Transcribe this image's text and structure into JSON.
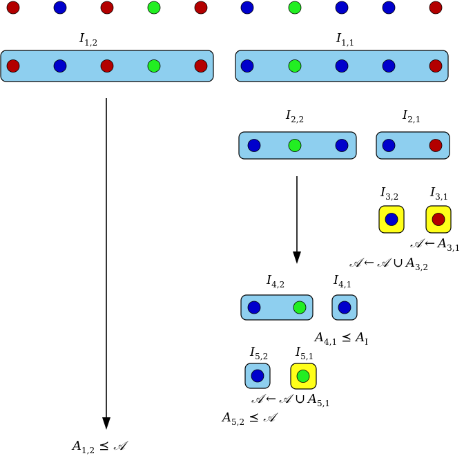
{
  "colors": {
    "red": "#b30000",
    "blue": "#0000cc",
    "green": "#22ee22",
    "box_blue": "#8ecfef",
    "box_yellow": "#ffff1a"
  },
  "top_row": [
    "red",
    "blue",
    "red",
    "green",
    "red",
    "blue",
    "green",
    "blue",
    "blue",
    "red"
  ],
  "boxes": [
    {
      "id": "I12",
      "label": {
        "main": "I",
        "sub": "1,2"
      },
      "style": "blue",
      "dots": [
        "red",
        "blue",
        "red",
        "green",
        "red"
      ]
    },
    {
      "id": "I11",
      "label": {
        "main": "I",
        "sub": "1,1"
      },
      "style": "blue",
      "dots": [
        "blue",
        "green",
        "blue",
        "blue",
        "red"
      ]
    },
    {
      "id": "I22",
      "label": {
        "main": "I",
        "sub": "2,2"
      },
      "style": "blue",
      "dots": [
        "blue",
        "green",
        "blue"
      ]
    },
    {
      "id": "I21",
      "label": {
        "main": "I",
        "sub": "2,1"
      },
      "style": "blue",
      "dots": [
        "blue",
        "red"
      ]
    },
    {
      "id": "I32",
      "label": {
        "main": "I",
        "sub": "3,2"
      },
      "style": "yellow",
      "dots": [
        "blue"
      ]
    },
    {
      "id": "I31",
      "label": {
        "main": "I",
        "sub": "3,1"
      },
      "style": "yellow",
      "dots": [
        "red"
      ]
    },
    {
      "id": "I42",
      "label": {
        "main": "I",
        "sub": "4,2"
      },
      "style": "blue",
      "dots": [
        "blue",
        "green"
      ]
    },
    {
      "id": "I41",
      "label": {
        "main": "I",
        "sub": "4,1"
      },
      "style": "blue",
      "dots": [
        "blue"
      ]
    },
    {
      "id": "I52",
      "label": {
        "main": "I",
        "sub": "5,2"
      },
      "style": "blue",
      "dots": [
        "blue"
      ]
    },
    {
      "id": "I51",
      "label": {
        "main": "I",
        "sub": "5,1"
      },
      "style": "yellow",
      "dots": [
        "green"
      ]
    }
  ],
  "annotations": {
    "a31": {
      "lhs": "𝒜",
      "arrow": "←",
      "var": "A",
      "sub": "3,1"
    },
    "a32": {
      "lhs": "𝒜",
      "arrow": "←",
      "mid": "𝒜 ∪",
      "var": "A",
      "sub": "3,2"
    },
    "a41": {
      "var": "A",
      "sub": "4,1",
      "rel": "⪯",
      "rhs_var": "A",
      "rhs_sub": "I"
    },
    "a51": {
      "lhs": "𝒜",
      "arrow": "←",
      "mid": "𝒜 ∪",
      "var": "A",
      "sub": "5,1"
    },
    "a52": {
      "var": "A",
      "sub": "5,2",
      "rel": "⪯",
      "rhs": "𝒜"
    },
    "a12": {
      "var": "A",
      "sub": "1,2",
      "rel": "⪯",
      "rhs": "𝒜"
    }
  }
}
